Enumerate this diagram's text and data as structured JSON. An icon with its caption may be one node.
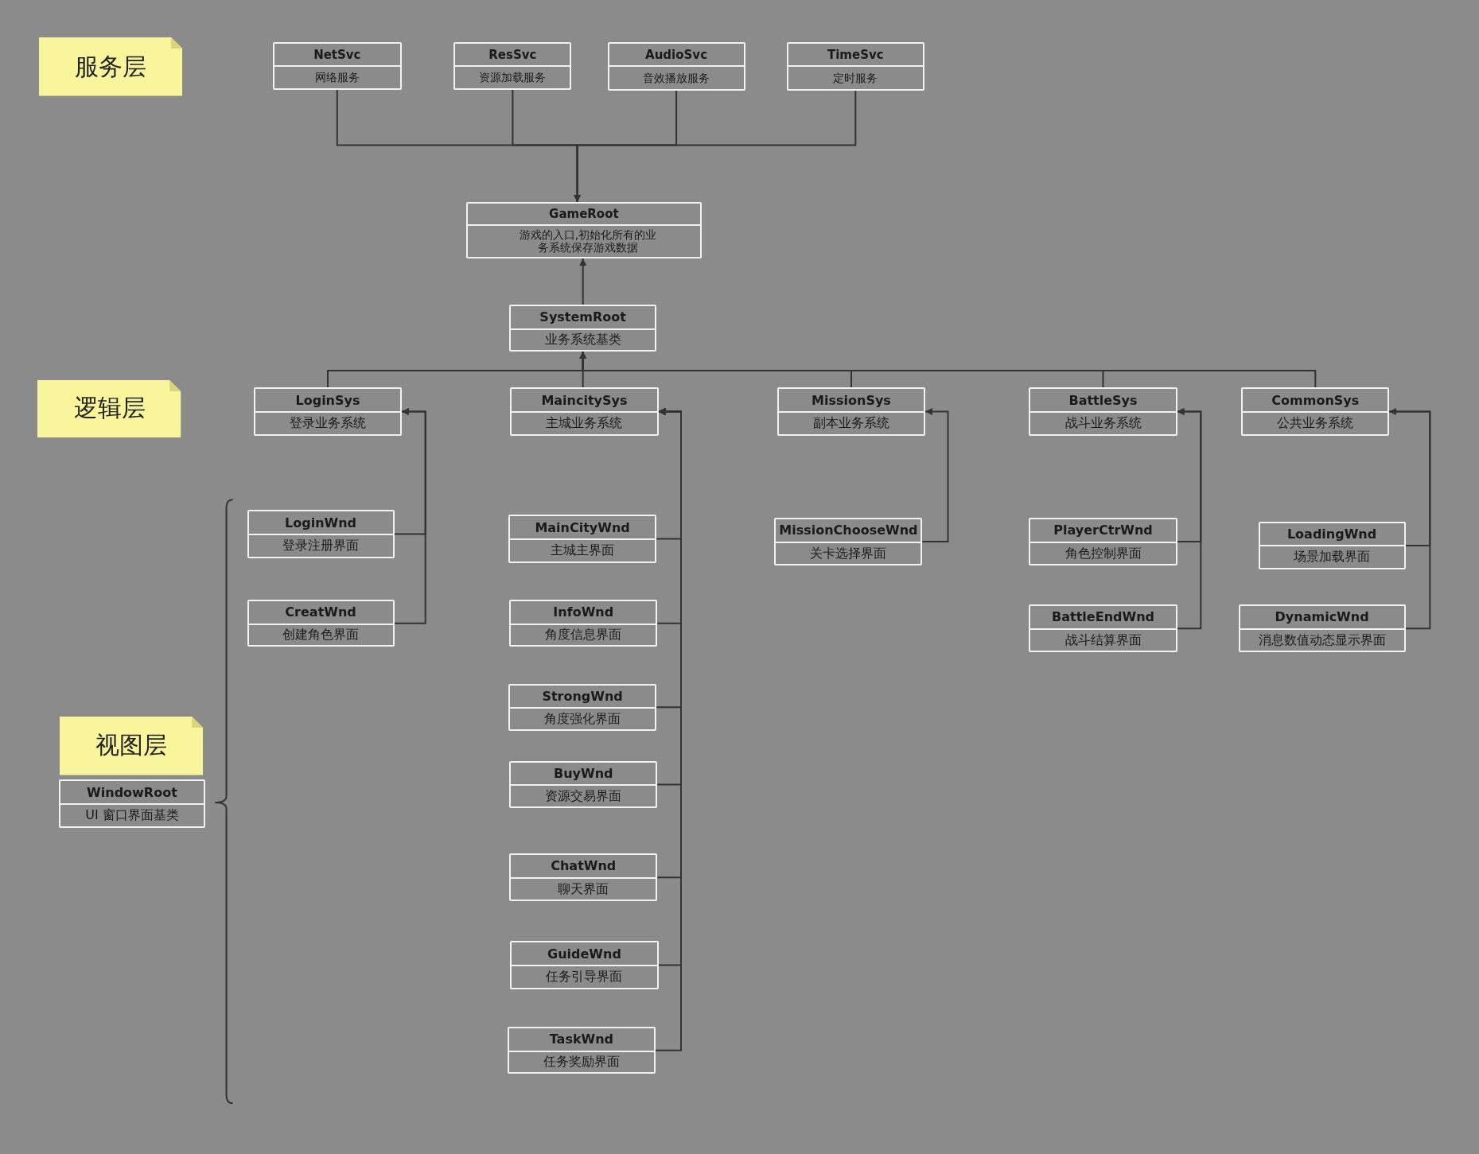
{
  "diagram": {
    "nodes": [
      {
        "text": [
          "服务层"
        ]
      },
      {
        "text": [
          "NetSvc",
          "网络服务"
        ]
      },
      {
        "text": [
          "ResSvc",
          "资源加载服务"
        ]
      },
      {
        "text": [
          "AudioSvc",
          "音效播放服务"
        ]
      },
      {
        "text": [
          "TimeSvc",
          "定时服务"
        ]
      },
      {
        "text": [
          "GameRoot",
          "游戏的入口,初始化所有的业务系统保存游戏数据"
        ]
      },
      {
        "text": [
          "SystemRoot",
          "业务系统基类"
        ]
      },
      {
        "text": [
          "逻辑层"
        ]
      },
      {
        "text": [
          "LoginSys",
          "登录业务系统"
        ]
      },
      {
        "text": [
          "MaincitySys",
          "主城业务系统"
        ]
      },
      {
        "text": [
          "MissionSys",
          "副本业务系统"
        ]
      },
      {
        "text": [
          "BattleSys",
          "战斗业务系统"
        ]
      },
      {
        "text": [
          "CommonSys",
          "公共业务系统"
        ]
      },
      {
        "text": [
          "LoginWnd",
          "登录注册界面"
        ]
      },
      {
        "text": [
          "CreatWnd",
          "创建角色界面"
        ]
      },
      {
        "text": [
          "MainCityWnd",
          "主城主界面"
        ]
      },
      {
        "text": [
          "InfoWnd",
          "角度信息界面"
        ]
      },
      {
        "text": [
          "StrongWnd",
          "角度强化界面"
        ]
      },
      {
        "text": [
          "BuyWnd",
          "资源交易界面"
        ]
      },
      {
        "text": [
          "ChatWnd",
          "聊天界面"
        ]
      },
      {
        "text": [
          "GuideWnd",
          "任务引导界面"
        ]
      },
      {
        "text": [
          "TaskWnd",
          "任务奖励界面"
        ]
      },
      {
        "text": [
          "MissionChooseWnd",
          "关卡选择界面"
        ]
      },
      {
        "text": [
          "PlayerCtrWnd",
          "角色控制界面"
        ]
      },
      {
        "text": [
          "BattleEndWnd",
          "战斗结算界面"
        ]
      },
      {
        "text": [
          "LoadingWnd",
          "场景加载界面"
        ]
      },
      {
        "text": [
          "DynamicWnd",
          "消息数值动态显示界面"
        ]
      },
      {
        "text": [
          "视图层"
        ]
      },
      {
        "text": [
          "WindowRoot",
          "UI 窗口界面基类"
        ]
      }
    ],
    "edges": [
      {
        "from": 1,
        "to": 5,
        "arrow": "to"
      },
      {
        "from": 2,
        "to": 5,
        "arrow": "to"
      },
      {
        "from": 3,
        "to": 5,
        "arrow": "to"
      },
      {
        "from": 4,
        "to": 5,
        "arrow": "to"
      },
      {
        "from": 6,
        "to": 5,
        "arrow": "to"
      },
      {
        "from": 8,
        "to": 6,
        "arrow": "to"
      },
      {
        "from": 9,
        "to": 6,
        "arrow": "to"
      },
      {
        "from": 10,
        "to": 6,
        "arrow": "to"
      },
      {
        "from": 11,
        "to": 6,
        "arrow": "to"
      },
      {
        "from": 12,
        "to": 6,
        "arrow": "to"
      },
      {
        "from": 13,
        "to": 8,
        "arrow": "to"
      },
      {
        "from": 14,
        "to": 8,
        "arrow": "to"
      },
      {
        "from": 15,
        "to": 9,
        "arrow": "to"
      },
      {
        "from": 16,
        "to": 9,
        "arrow": "to"
      },
      {
        "from": 17,
        "to": 9,
        "arrow": "to"
      },
      {
        "from": 18,
        "to": 9,
        "arrow": "to"
      },
      {
        "from": 19,
        "to": 9,
        "arrow": "to"
      },
      {
        "from": 20,
        "to": 9,
        "arrow": "to"
      },
      {
        "from": 21,
        "to": 9,
        "arrow": "to"
      },
      {
        "from": 22,
        "to": 10,
        "arrow": "to"
      },
      {
        "from": 23,
        "to": 11,
        "arrow": "to"
      },
      {
        "from": 24,
        "to": 11,
        "arrow": "to"
      },
      {
        "from": 25,
        "to": 12,
        "arrow": "to"
      },
      {
        "from": 26,
        "to": 12,
        "arrow": "to"
      }
    ]
  }
}
